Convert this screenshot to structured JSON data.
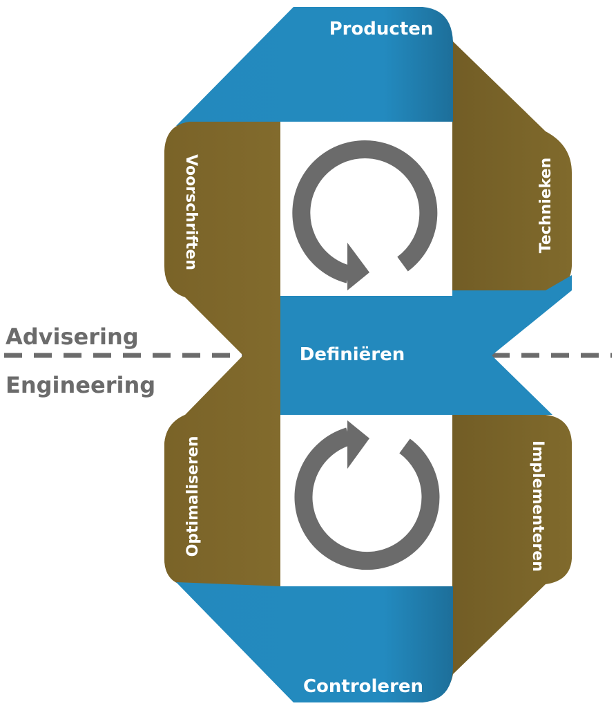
{
  "colors": {
    "blue": "#2389bd",
    "brown": "#7e672b",
    "arrow_gray": "#6b6b6b",
    "label_white": "#ffffff"
  },
  "levels": {
    "upper": "Advisering",
    "lower": "Engineering"
  },
  "labels": {
    "top": "Producten",
    "upper_left": "Voorschriften",
    "upper_right": "Technieken",
    "center": "Definiëren",
    "lower_left": "Optimaliseren",
    "lower_right": "Implementeren",
    "bottom": "Controleren"
  },
  "icons": {
    "upper_cycle": "clockwise-cycle-arrow-icon",
    "lower_cycle": "clockwise-cycle-arrow-icon"
  }
}
